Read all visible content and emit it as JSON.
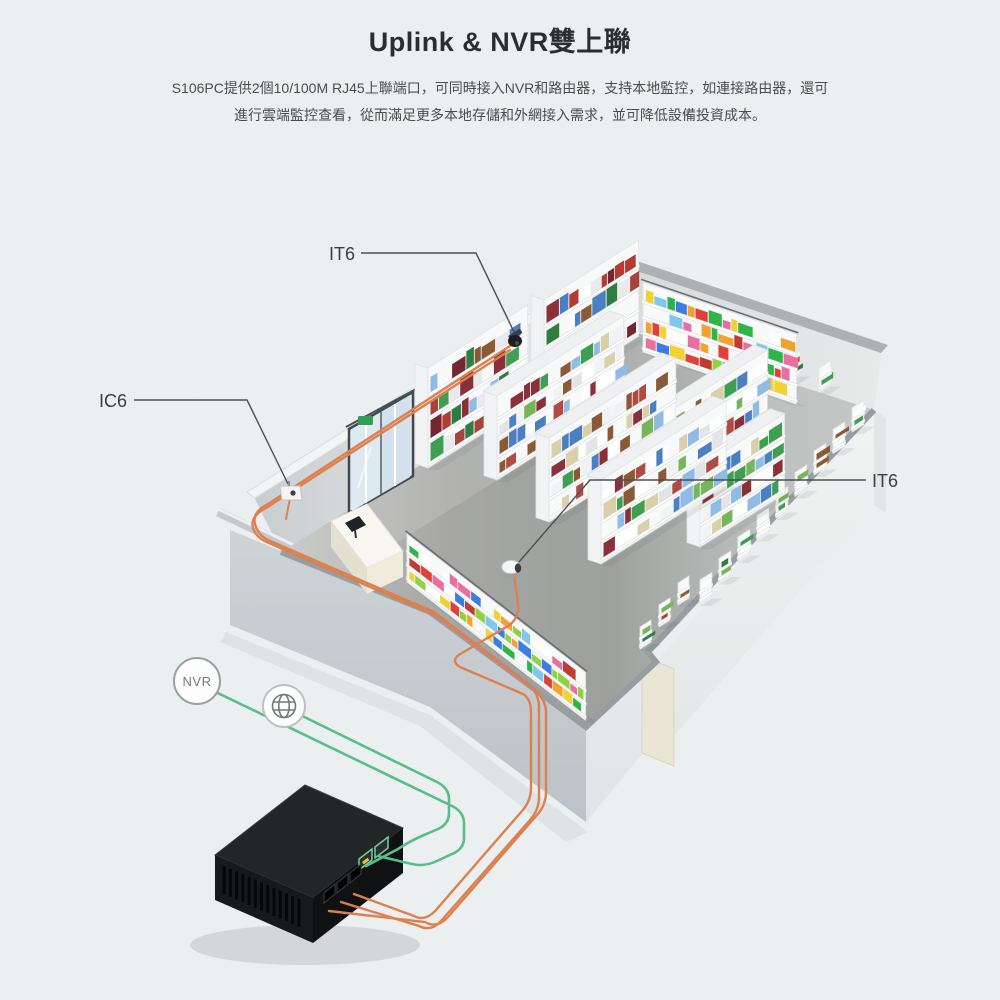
{
  "header": {
    "title": "Uplink & NVR雙上聯",
    "description_line1": "S106PC提供2個10/100M RJ45上聯端口，可同時接入NVR和路由器，支持本地監控，如連接路由器，還可",
    "description_line2": "進行雲端監控查看，從而滿足更多本地存儲和外網接入需求，並可降低設備投資成本。"
  },
  "diagram": {
    "labels": {
      "camera_ceiling": "IT6",
      "camera_wall": "IC6",
      "camera_floor": "IT6",
      "nvr_node": "NVR"
    },
    "icons": [
      "globe-icon",
      "dome-camera-icon",
      "bullet-camera-icon",
      "poe-switch-device"
    ],
    "colors": {
      "background": "#edf0f1",
      "cable_poe_orange": "#dd8050",
      "cable_uplink_green": "#57bd8b",
      "leader_line": "#4c4f52",
      "floor_gray": "#a2a3a1",
      "wall_gray": "#dcdfe0",
      "switch_body": "#1b1d1f",
      "port_led_green": "#6fd39a",
      "port_led_yellow": "#e8c832"
    },
    "palettes": {
      "wall_products": [
        "#8a3039",
        "#76262e",
        "#a8433c",
        "#4a7fc2",
        "#8fbce4",
        "#b33b33",
        "#3f9e52",
        "#2e7d43",
        "#ffffff",
        "#e9e9ee",
        "#8a5a36",
        "#c9a24a"
      ],
      "aisle_products": [
        "#ffffff",
        "#f1f2f4",
        "#e2e4e6",
        "#3f9e52",
        "#77b55a",
        "#b24a43",
        "#8a3039",
        "#4a7fc2",
        "#8fbce4",
        "#8a5a36",
        "#ffffff",
        "#d9cfa8"
      ],
      "bright_products": [
        "#2fb44a",
        "#8ed23f",
        "#f2d230",
        "#f0a32f",
        "#e04038",
        "#3b7de0",
        "#7fc7ee",
        "#ffffff",
        "#e86fa0",
        "#c23b32"
      ],
      "stack_products": [
        "#3f9e52",
        "#77b55a",
        "#8a5a36",
        "#c23b32",
        "#ffffff",
        "#2e7d43"
      ]
    }
  }
}
